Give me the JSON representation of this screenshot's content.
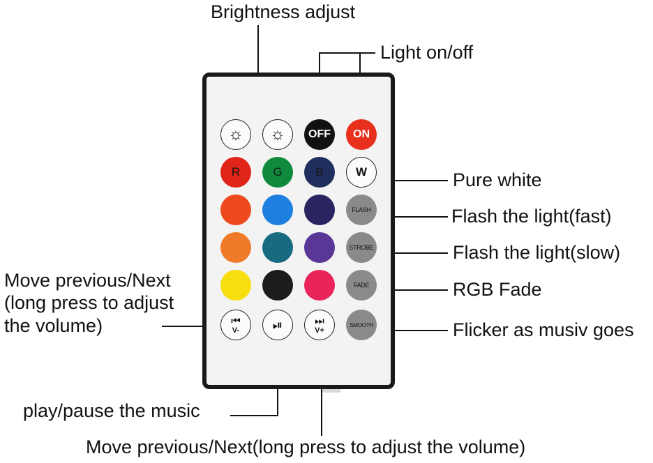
{
  "callouts": {
    "brightness": "Brightness adjust",
    "light_onoff": "Light on/off",
    "pure_white": "Pure white",
    "flash_fast": "Flash the light(fast)",
    "flash_slow": "Flash the light(slow)",
    "rgb_fade": "RGB Fade",
    "flicker": "Flicker as musiv goes",
    "prev_next_left": "Move previous/Next (long press to adjust the volume)",
    "play_pause": "play/pause the music",
    "prev_next_bottom": "Move previous/Next(long press to adjust the volume)"
  },
  "buttons": {
    "bright_down": {
      "icon": "sun-dim-icon",
      "glyph": "☼"
    },
    "bright_up": {
      "icon": "sun-bright-icon",
      "glyph": "☼"
    },
    "off": {
      "label": "OFF",
      "color": "#111111"
    },
    "on": {
      "label": "ON",
      "color": "#e8301c"
    },
    "red": {
      "label": "R",
      "color": "#e02418"
    },
    "green": {
      "label": "G",
      "color": "#0f8a3c"
    },
    "blue": {
      "label": "B",
      "color": "#1f2e5c"
    },
    "white": {
      "label": "W"
    },
    "orange_red": {
      "color": "#ef4a1e"
    },
    "light_blue": {
      "color": "#1d7fe0"
    },
    "dark_purple": {
      "color": "#2a2560"
    },
    "flash": {
      "label": "FLASH"
    },
    "orange": {
      "color": "#ef7b2a"
    },
    "teal": {
      "color": "#186a80"
    },
    "purple": {
      "color": "#5a3696"
    },
    "strobe": {
      "label": "STROBE"
    },
    "yellow": {
      "color": "#f7de0f"
    },
    "black": {
      "color": "#1c1c1c"
    },
    "pink": {
      "color": "#e8245a"
    },
    "fade": {
      "label": "FADE"
    },
    "prev_vol_down": {
      "icon": "skip-back-icon",
      "glyph": "⏮",
      "sub": "V-"
    },
    "play_pause": {
      "icon": "play-pause-icon",
      "glyph": "⏯"
    },
    "next_vol_up": {
      "icon": "skip-forward-icon",
      "glyph": "⏭",
      "sub": "V+"
    },
    "smooth": {
      "label": "SMOOTH"
    }
  }
}
